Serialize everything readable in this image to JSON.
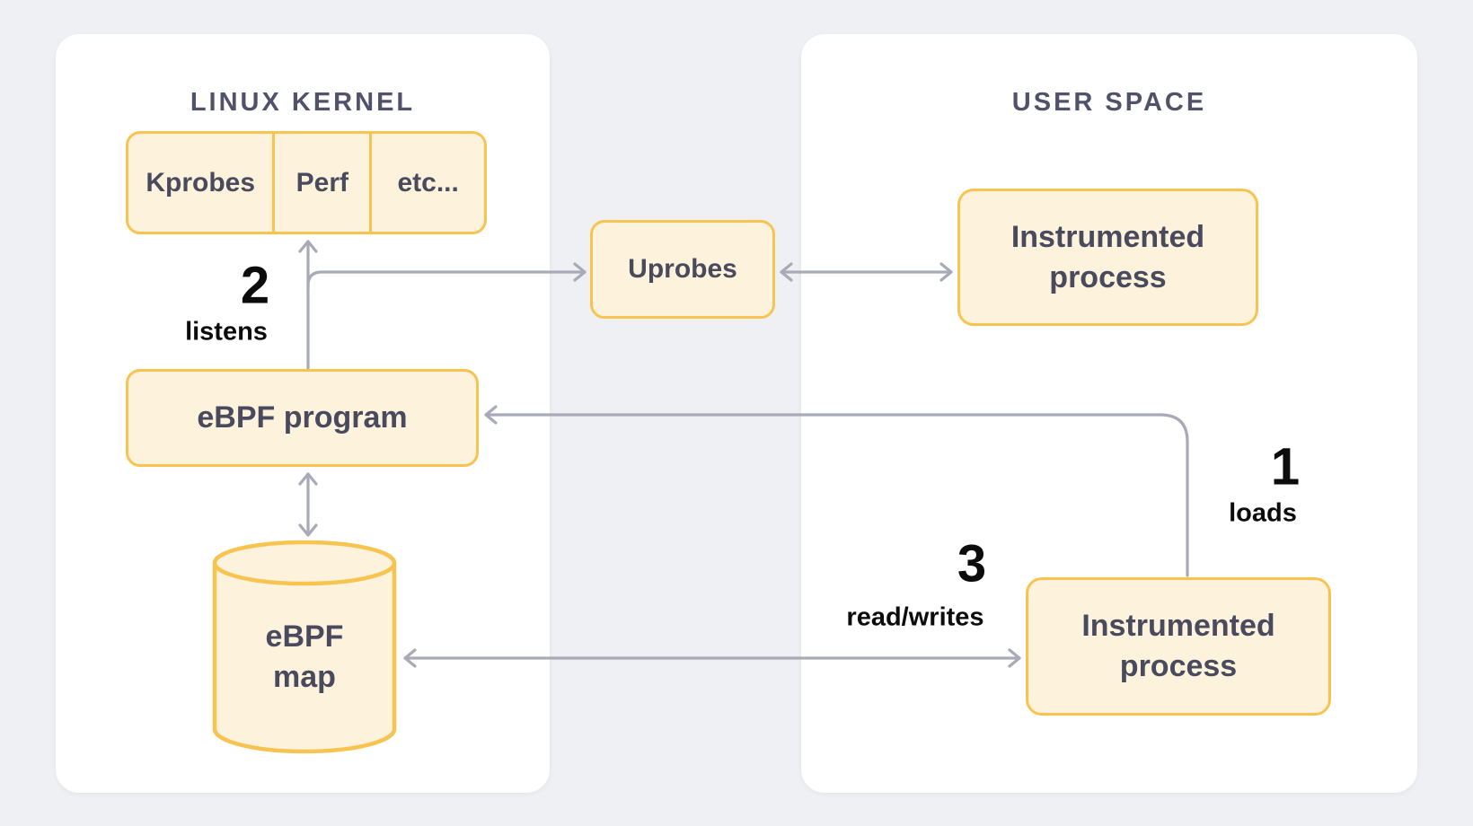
{
  "colors": {
    "background": "#eff0f3",
    "panel": "#ffffff",
    "node_fill": "#fdf3dc",
    "node_border": "#f7c451",
    "node_text": "#4a4a5f",
    "title_text": "#50526b",
    "arrow": "#a9aab8",
    "annotation_text": "#0c0c0d"
  },
  "panels": {
    "kernel": {
      "title": "LINUX KERNEL"
    },
    "user_space": {
      "title": "USER SPACE"
    }
  },
  "nodes": {
    "probe_sources": {
      "cells": [
        "Kprobes",
        "Perf",
        "etc..."
      ]
    },
    "uprobes": {
      "label": "Uprobes"
    },
    "instrumented_process_top": {
      "label": "Instrumented process"
    },
    "ebpf_program": {
      "label": "eBPF program"
    },
    "ebpf_map": {
      "label_line1": "eBPF",
      "label_line2": "map"
    },
    "instrumented_process_bottom": {
      "label": "Instrumented process"
    }
  },
  "steps": {
    "load": {
      "number": "1",
      "label": "loads"
    },
    "listen": {
      "number": "2",
      "label": "listens"
    },
    "read_write": {
      "number": "3",
      "label": "read/writes"
    }
  }
}
